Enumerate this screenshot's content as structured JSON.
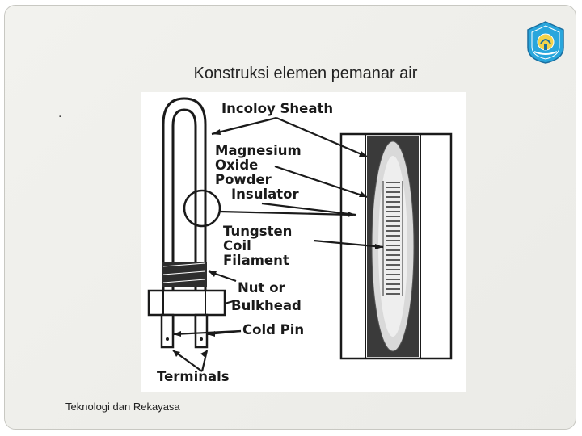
{
  "slide": {
    "title": "Konstruksi elemen pemanar air",
    "bullet": ".",
    "footer": "Teknologi dan Rekayasa"
  },
  "diagram": {
    "labels": {
      "sheath": "Incoloy Sheath",
      "mgo_1": "Magnesium",
      "mgo_2": "Oxide",
      "mgo_3": "Powder",
      "mgo_4": "Insulator",
      "coil_1": "Tungsten",
      "coil_2": "Coil",
      "coil_3": "Filament",
      "nut_1": "Nut or",
      "nut_2": "Bulkhead",
      "pin": "Cold Pin",
      "terminals": "Terminals"
    }
  },
  "icons": {
    "logo": "tut-wuri-handayani-logo-icon"
  },
  "colors": {
    "slide_bg": "#eeeeea",
    "logo_blue": "#29a6dc",
    "ink": "#1a1a1a"
  }
}
